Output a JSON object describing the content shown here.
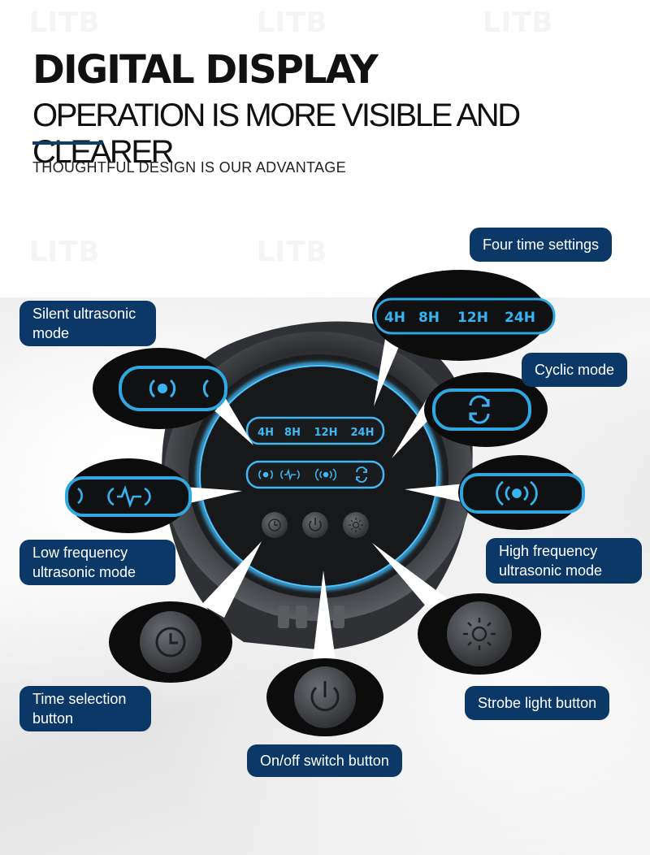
{
  "header": {
    "title": "DIGITAL DISPLAY",
    "subtitle": "OPERATION IS MORE VISIBLE AND CLEARER",
    "tagline": "THOUGHTFUL DESIGN IS OUR ADVANTAGE"
  },
  "watermark": "LITB",
  "display": {
    "time_settings": [
      "4H",
      "8H",
      "12H",
      "24H"
    ]
  },
  "callouts": {
    "four_time_settings": "Four time settings",
    "silent_mode": "Silent ultrasonic mode",
    "cyclic_mode": "Cyclic mode",
    "low_frequency_mode": "Low frequency ultrasonic mode",
    "high_frequency_mode": "High frequency ultrasonic mode",
    "time_selection_button": "Time selection button",
    "strobe_light_button": "Strobe light button",
    "onoff_button": "On/off switch button"
  },
  "colors": {
    "callout_bg": "#0c3868",
    "accent_blue": "#36b3f0",
    "title_text": "#111111"
  },
  "icons": {
    "silent": "silent-mode-icon",
    "low_frequency": "low-frequency-icon",
    "high_frequency": "high-frequency-icon",
    "cyclic": "cyclic-icon",
    "clock": "clock-icon",
    "power": "power-icon",
    "sun": "strobe-light-icon"
  }
}
